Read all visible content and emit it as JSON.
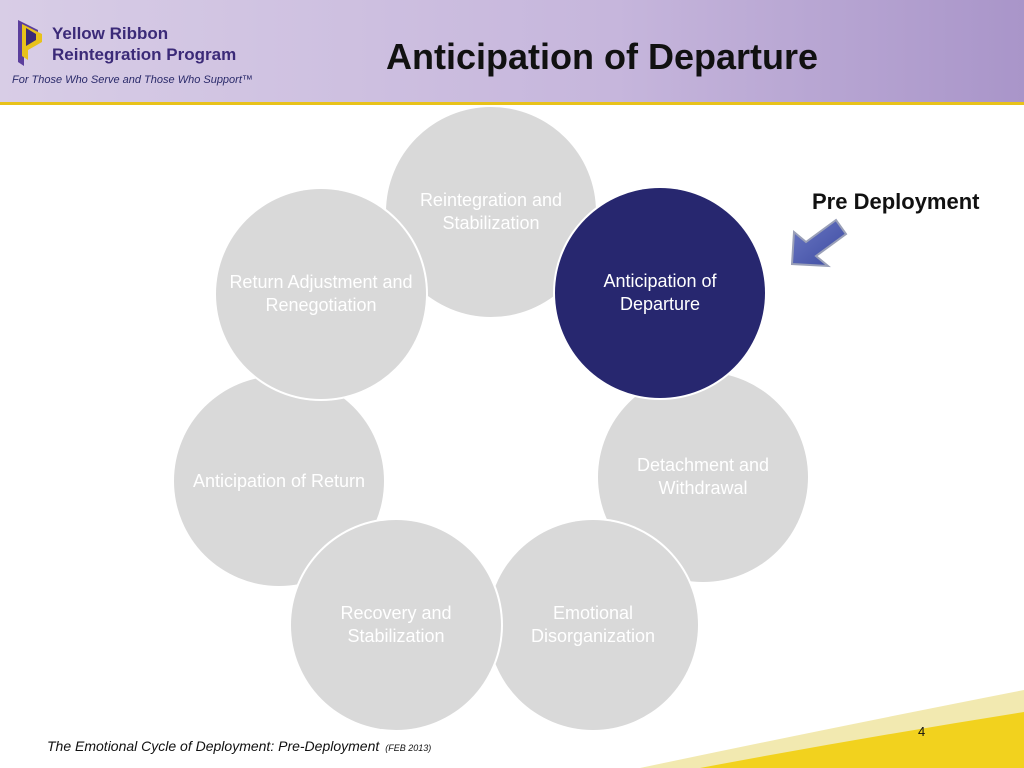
{
  "header": {
    "logo_line1": "Yellow Ribbon",
    "logo_line2": "Reintegration Program",
    "logo_tagline": "For Those Who Serve and Those Who Support™",
    "title": "Anticipation of Departure"
  },
  "cycle": [
    {
      "label": "Reintegration and Stabilization",
      "active": false
    },
    {
      "label": "Anticipation of Departure",
      "active": true
    },
    {
      "label": "Detachment and Withdrawal",
      "active": false
    },
    {
      "label": "Emotional Disorganization",
      "active": false
    },
    {
      "label": "Recovery and Stabilization",
      "active": false
    },
    {
      "label": "Anticipation of Return",
      "active": false
    },
    {
      "label": "Return Adjustment and Renegotiation",
      "active": false
    }
  ],
  "callout": {
    "label": "Pre Deployment",
    "arrow_icon": "arrow-left-down-icon"
  },
  "footer": {
    "caption": "The Emotional Cycle of Deployment:  Pre-Deployment",
    "date": "(FEB 2013)",
    "page": "4"
  },
  "colors": {
    "active": "#27276f",
    "inactive": "#d9d9d9",
    "accent_yellow": "#e8c21a",
    "header_purple": "#c6b6dc"
  }
}
